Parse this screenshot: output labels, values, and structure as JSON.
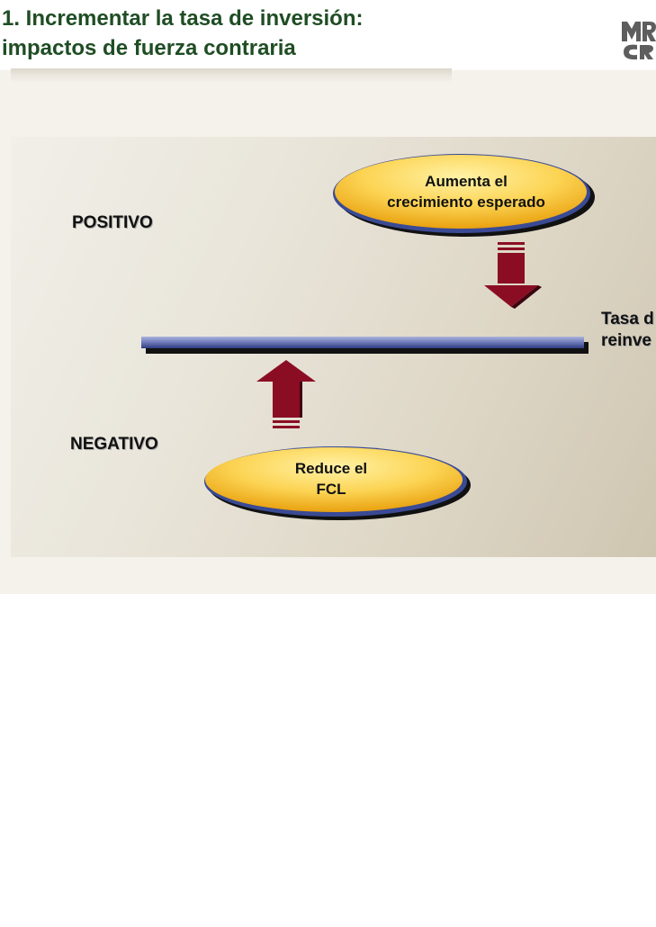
{
  "title": {
    "line1": "1. Incrementar la tasa de inversión:",
    "line2": "impactos de fuerza contraria"
  },
  "diagram": {
    "positive_label": "POSITIVO",
    "negative_label": "NEGATIVO",
    "rate_label": {
      "line1": "Tasa d",
      "line2": "reinve"
    },
    "positive_effect": {
      "line1": "Aumenta el",
      "line2": "crecimiento esperado"
    },
    "negative_effect": {
      "line1": "Reduce el",
      "line2": "FCL"
    }
  },
  "colors": {
    "title_green": "#1f4d24",
    "oval_gold": "#f6b81a",
    "oval_highlight": "#fff2a6",
    "arrow_red": "#8b0d24",
    "bar_blue": "#3a4a94"
  },
  "logo_icon": "mrc-logo-icon"
}
